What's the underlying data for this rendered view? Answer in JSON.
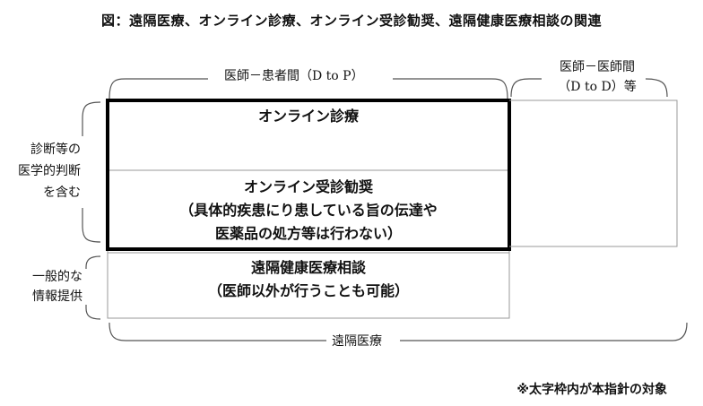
{
  "title": "図：遠隔医療、オンライン診療、オンライン受診勧奨、遠隔健康医療相談の関連",
  "labels": {
    "d_to_p": "医師－患者間（D to P）",
    "d_to_d_line1": "医師－医師間",
    "d_to_d_line2": "（D to D）等",
    "left_group1_line1": "診断等の",
    "left_group1_line2": "医学的判断",
    "left_group1_line3": "を含む",
    "left_group2_line1": "一般的な",
    "left_group2_line2": "情報提供",
    "bottom": "遠隔医療"
  },
  "boxes": {
    "online_care": "オンライン診療",
    "online_rec_line1": "オンライン受診勧奨",
    "online_rec_line2": "（具体的疾患にり患している旨の伝達や",
    "online_rec_line3": "医薬品の処方等は行わない）",
    "consult_line1": "遠隔健康医療相談",
    "consult_line2": "（医師以外が行うことも可能）"
  },
  "note": "※太字枠内が本指針の対象"
}
